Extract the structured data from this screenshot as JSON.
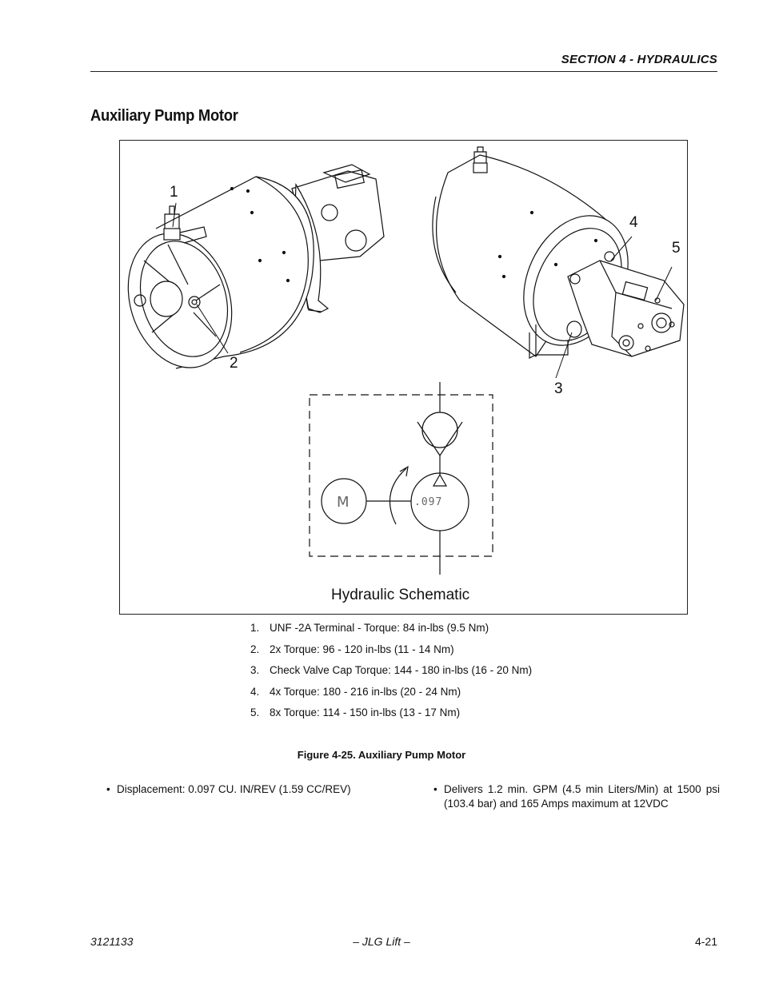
{
  "header": {
    "section": "SECTION 4 - HYDRAULICS"
  },
  "title": "Auxiliary Pump Motor",
  "figure": {
    "callouts": [
      "1",
      "2",
      "3",
      "4",
      "5"
    ],
    "schematic": {
      "motor_symbol": "M",
      "pump_value": ".097",
      "label": "Hydraulic Schematic"
    }
  },
  "legend": [
    {
      "num": "1.",
      "text": "UNF -2A Terminal - Torque:  84 in-lbs (9.5 Nm)"
    },
    {
      "num": "2.",
      "text": "2x Torque:  96 - 120 in-lbs (11 - 14 Nm)"
    },
    {
      "num": "3.",
      "text": "Check Valve Cap Torque:  144 - 180 in-lbs (16 - 20 Nm)"
    },
    {
      "num": "4.",
      "text": "4x Torque:  180 - 216 in-lbs (20 - 24 Nm)"
    },
    {
      "num": "5.",
      "text": "8x Torque:  114 - 150 in-lbs (13 - 17 Nm)"
    }
  ],
  "caption": "Figure 4-25.  Auxiliary Pump Motor",
  "bullets": [
    "Displacement: 0.097 CU. IN/REV (1.59 CC/REV)",
    "Delivers 1.2 min. GPM (4.5 min Liters/Min) at 1500 psi (103.4 bar) and 165 Amps maximum at 12VDC"
  ],
  "footer": {
    "doc_number": "3121133",
    "center": "– JLG Lift –",
    "page": "4-21"
  }
}
